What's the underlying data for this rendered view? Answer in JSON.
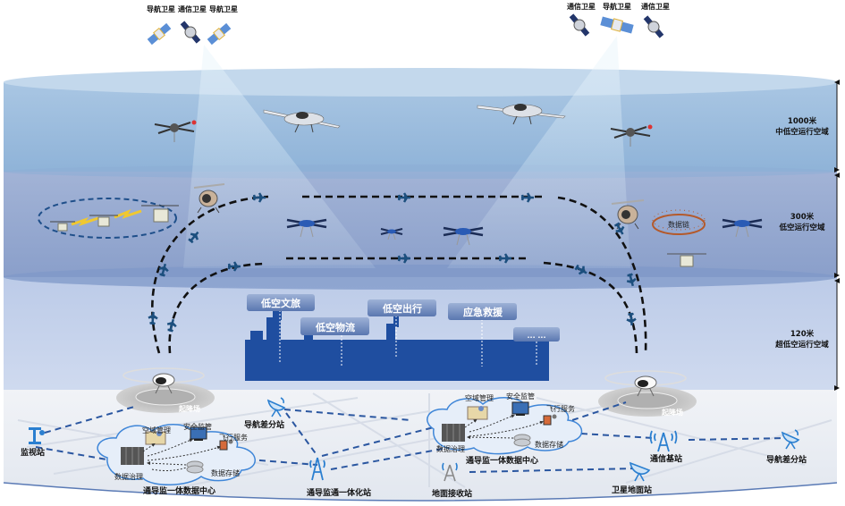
{
  "satellites": {
    "left": [
      "导航卫星",
      "通信卫星",
      "导航卫星"
    ],
    "right": [
      "通信卫星",
      "导航卫星",
      "通信卫星"
    ]
  },
  "altitude_layers": [
    {
      "height": "1000米",
      "name": "中低空运行空域"
    },
    {
      "height": "300米",
      "name": "低空运行空域"
    },
    {
      "height": "120米",
      "name": "超低空运行空域"
    }
  ],
  "applications": [
    "低空文旅",
    "低空物流",
    "低空出行",
    "应急救援",
    "... ..."
  ],
  "data_chain_label": "数据链",
  "vertiport_label": "起降场",
  "data_center": {
    "title": "通导监一体数据中心",
    "modules": [
      "空域管理",
      "安全监管",
      "飞行服务",
      "数据治理",
      "数据存储"
    ]
  },
  "ground_stations": {
    "surveillance": "监视站",
    "nav_diff_left": "导航差分站",
    "integrated": "通导监通一体化站",
    "ground_receiver": "地面接收站",
    "comm_base": "通信基站",
    "sat_ground": "卫星地面站",
    "nav_diff_right": "导航差分站"
  },
  "colors": {
    "layer_top": "#9bbbdd",
    "layer_mid": "#97a9cf",
    "layer_low": "#c6d3ec",
    "ground": "#eef1f6",
    "city": "#1f4ea0",
    "route": "#111111",
    "link": "#2a56a0",
    "accent": "#2b7fd0"
  }
}
